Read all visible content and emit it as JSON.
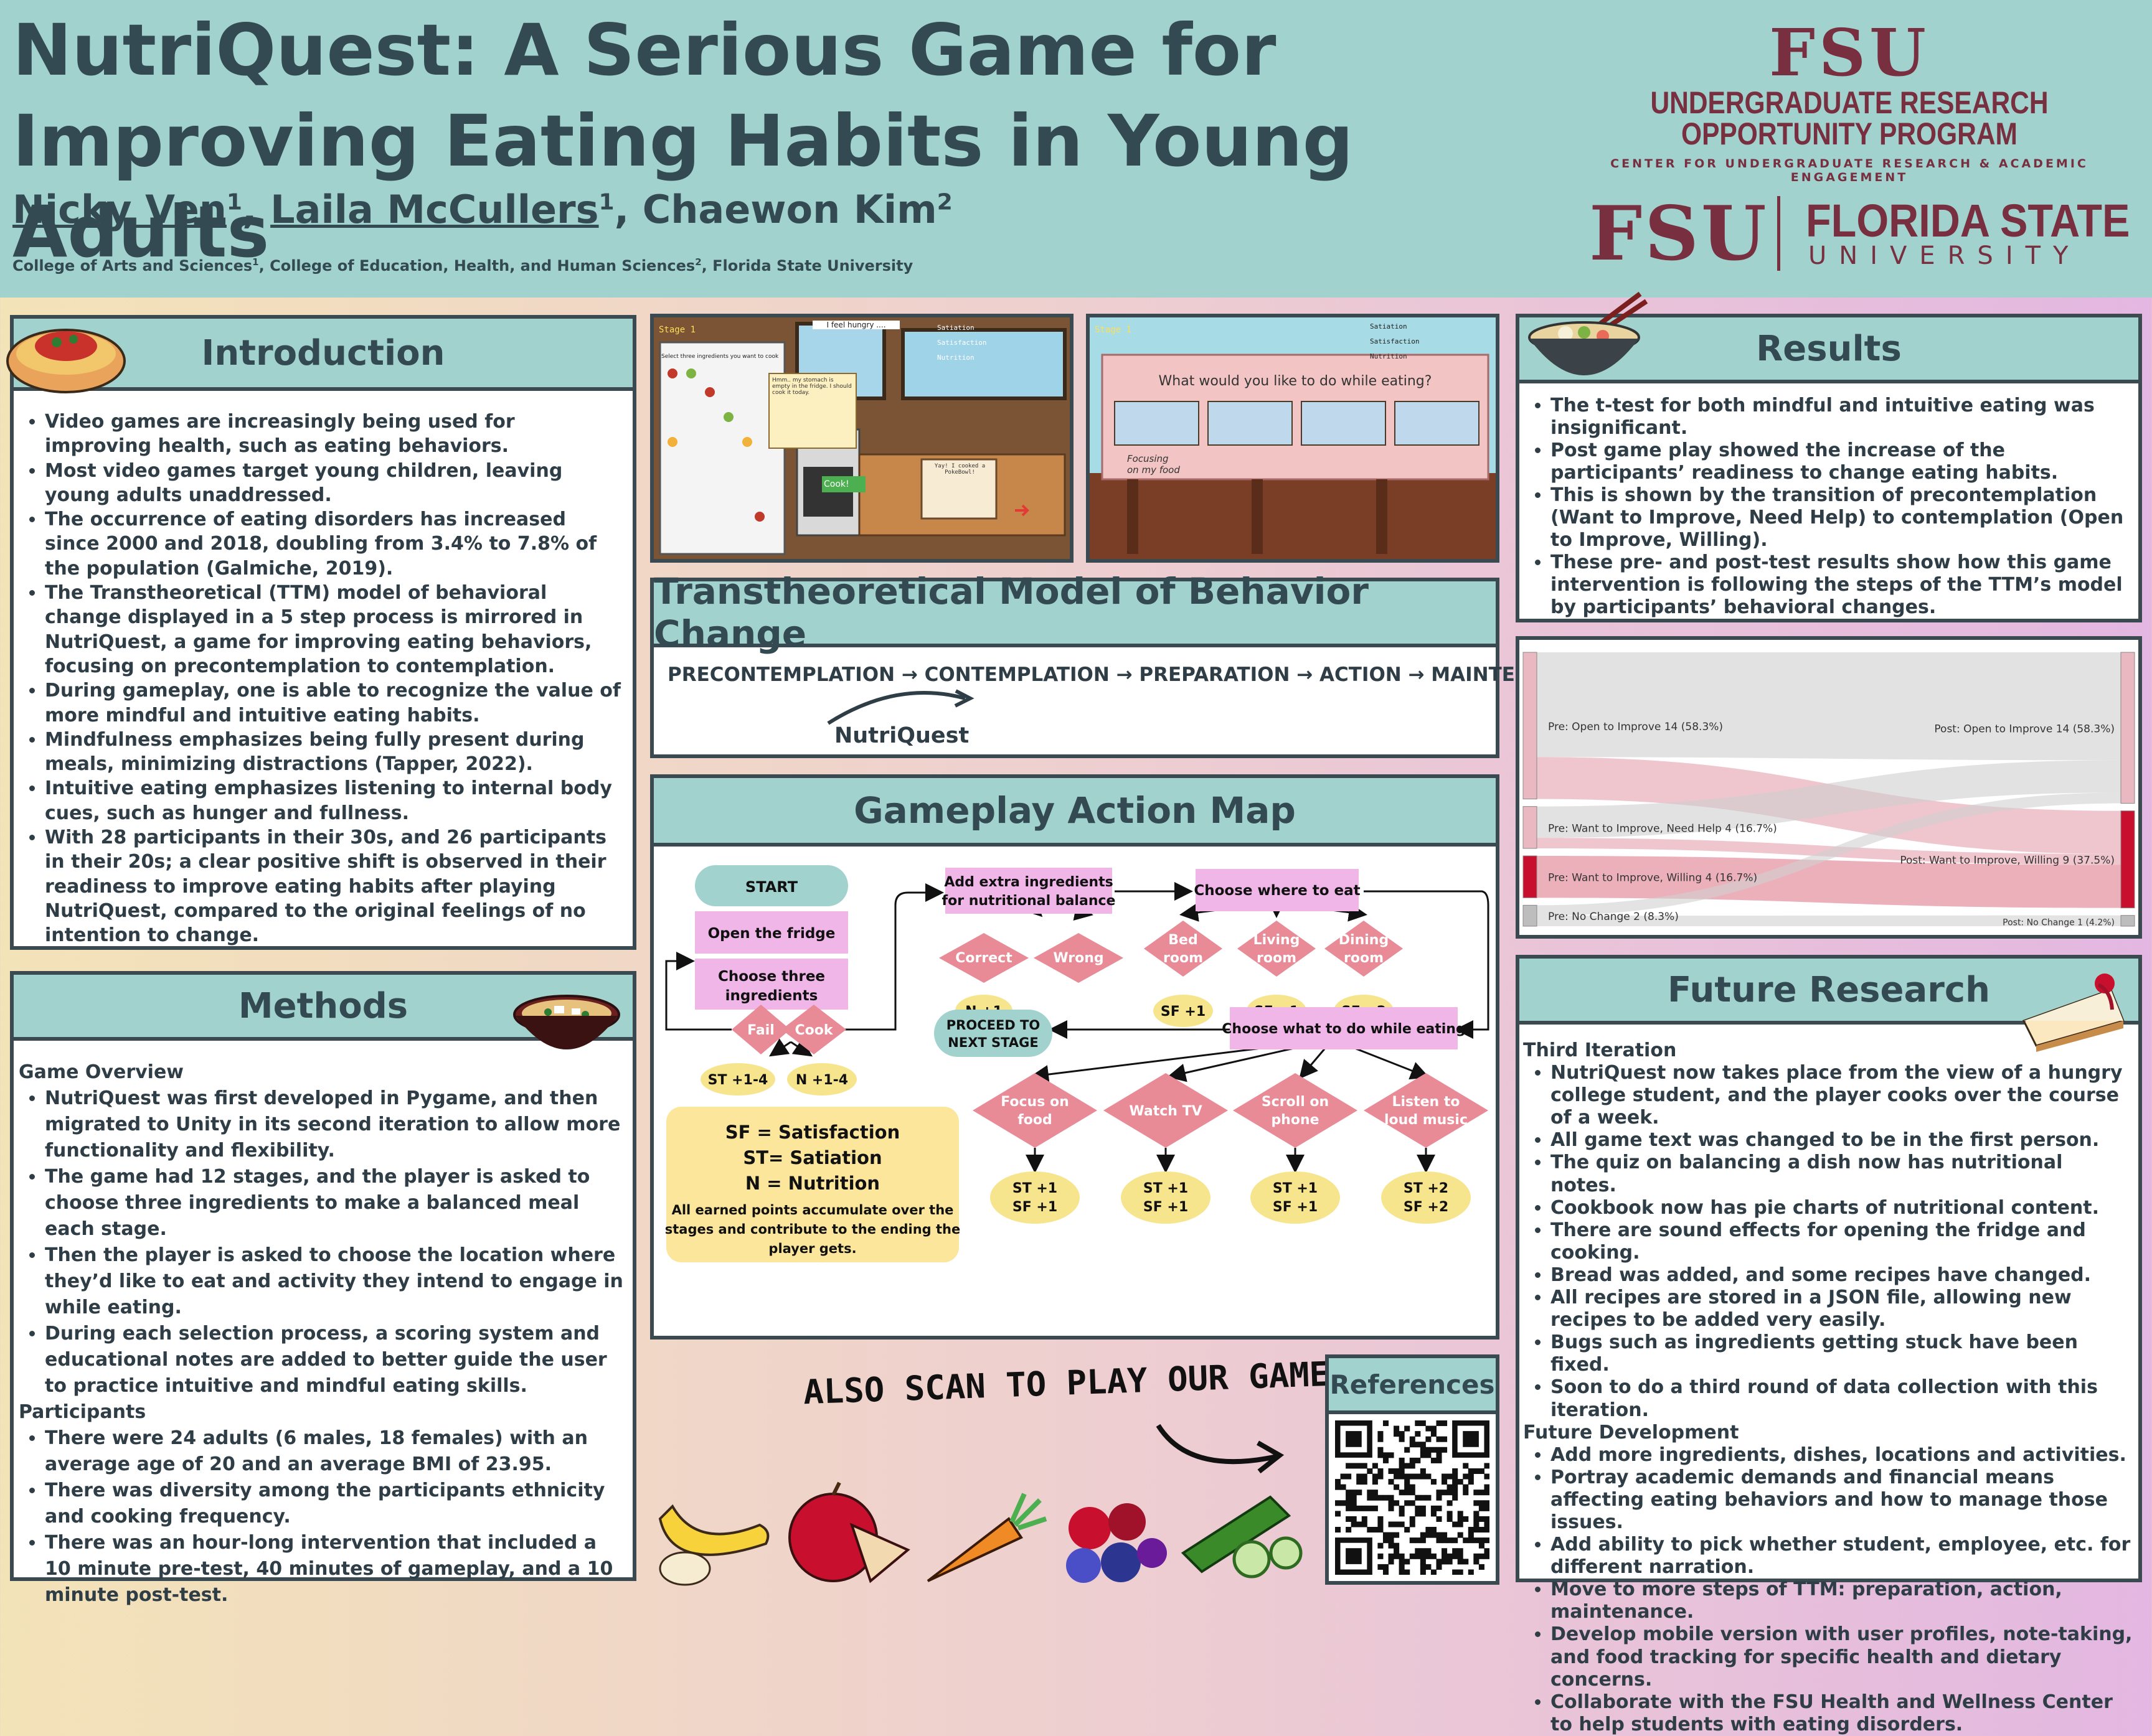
{
  "header": {
    "title": "NutriQuest: A Serious Game for Improving Eating Habits in Young Adults",
    "authors": [
      {
        "name": "Nicky Ven",
        "sup": "1",
        "underline": true
      },
      {
        "name": "Laila McCullers",
        "sup": "1",
        "underline": true
      },
      {
        "name": "Chaewon Kim",
        "sup": "2",
        "underline": false
      }
    ],
    "affiliation_1": "College of Arts and Sciences",
    "affiliation_2": "College of Education, Health, and Human Sciences",
    "affiliation_3": "Florida State University",
    "logo_fsu": "FSU",
    "logo_urop_line1": "UNDERGRADUATE RESEARCH",
    "logo_urop_line2": "OPPORTUNITY PROGRAM",
    "logo_urop_line3": "CENTER FOR UNDERGRADUATE RESEARCH & ACADEMIC ENGAGEMENT",
    "logo_fsu2": "FSU",
    "logo_florida_state": "FLORIDA STATE",
    "logo_university": "UNIVERSITY"
  },
  "introduction": {
    "heading": "Introduction",
    "bullets": [
      "Video games are increasingly being used for improving health, such as eating behaviors.",
      "Most video games target young children, leaving young adults unaddressed.",
      "The occurrence of eating disorders has increased since 2000 and 2018, doubling from 3.4% to 7.8% of the population (Galmiche, 2019).",
      "The Transtheoretical (TTM) model of behavioral change displayed in a 5 step process is mirrored in NutriQuest, a game for improving eating behaviors, focusing on precontemplation to contemplation.",
      "During gameplay, one is able to recognize the value of more mindful and intuitive eating habits.",
      "Mindfulness emphasizes being fully present during meals, minimizing distractions (Tapper, 2022).",
      "Intuitive eating emphasizes listening to internal body cues, such as hunger and fullness.",
      "With 28 participants in their 30s, and 26 participants in their 20s; a clear positive shift is observed in their readiness to improve eating habits after playing NutriQuest, compared to the original feelings of no intention to change."
    ]
  },
  "methods": {
    "heading": "Methods",
    "game_overview_title": "Game Overview",
    "game_overview": [
      "NutriQuest was first developed in Pygame, and then migrated to Unity in its second iteration to allow more functionality and flexibility.",
      "The game had 12 stages, and the player is asked to choose three ingredients to make a balanced meal each stage.",
      "Then the player is asked to choose the location where they’d like to eat and activity they intend to engage in while eating.",
      "During each selection process, a scoring system and educational notes are added to better guide the user to practice intuitive and mindful eating skills."
    ],
    "participants_title": "Participants",
    "participants": [
      "There were 24 adults (6 males, 18 females) with an average age of 20 and an average BMI of 23.95.",
      "There was diversity among the participants ethnicity and cooking frequency.",
      "There was an hour-long intervention that included a 10 minute pre-test, 40 minutes of gameplay, and a 10 minute post-test."
    ]
  },
  "screenshot1": {
    "stage": "Stage 1",
    "speech": "I feel hungry ....",
    "satiation": "Satiation",
    "satisfaction": "Satisfaction",
    "nutrition": "Nutrition",
    "prompt": "Select three ingredients you want to cook",
    "note": "Hmm.. my stomach is empty in the fridge. I should cook it today.",
    "cook_button": "Cook!",
    "result_text": "Yay! I cooked a PokeBowl!"
  },
  "screenshot2": {
    "stage": "Stage 1",
    "satiation": "Satiation",
    "satisfaction": "Satisfaction",
    "nutrition": "Nutrition",
    "question": "What would you like to do while eating?",
    "focus_label_1": "Focusing",
    "focus_label_2": "on my food"
  },
  "ttm": {
    "heading": "Transtheoretical Model of Behavior Change",
    "stages": "PRECONTEMPLATION → CONTEMPLATION → PREPARATION → ACTION → MAINTENANCE",
    "nutriquest_label": "NutriQuest"
  },
  "gameplay": {
    "heading": "Gameplay Action Map",
    "start": "START",
    "open_fridge": "Open the fridge",
    "choose_three_1": "Choose three",
    "choose_three_2": "ingredients",
    "fail": "Fail",
    "cook": "Cook",
    "st_minus": "ST +1-4",
    "n_minus": "N +1-4",
    "add_extra_1": "Add extra ingredients",
    "add_extra_2": "for nutritional balance",
    "correct": "Correct",
    "wrong": "Wrong",
    "n_plus1": "N +1",
    "choose_where": "Choose where to eat",
    "bed_1": "Bed",
    "bed_2": "room",
    "living_1": "Living",
    "living_2": "room",
    "dining_1": "Dining",
    "dining_2": "room",
    "sf1_a": "SF +1",
    "sf1_b": "SF +1",
    "sf2": "SF +2",
    "proceed_1": "PROCEED TO",
    "proceed_2": "NEXT STAGE",
    "choose_what": "Choose what to do while eating",
    "focus_1": "Focus on",
    "focus_2": "food",
    "watch": "Watch  TV",
    "scroll_1": "Scroll on",
    "scroll_2": "phone",
    "listen_1": "Listen to",
    "listen_2": "loud music",
    "out1_st": "ST +1",
    "out1_sf": "SF +1",
    "out2_st": "ST +1",
    "out2_sf": "SF +1",
    "out3_st": "ST +1",
    "out3_sf": "SF +1",
    "out4_st": "ST +2",
    "out4_sf": "SF +2",
    "legend_sf": "SF = Satisfaction",
    "legend_st": "ST= Satiation",
    "legend_n": "N = Nutrition",
    "legend_note_1": "All earned points accumulate over the",
    "legend_note_2": "stages and contribute to the ending the",
    "legend_note_3": "player gets."
  },
  "results": {
    "heading": "Results",
    "bullets": [
      "The t-test for both mindful and intuitive eating was insignificant.",
      "Post game play showed the increase of the participants’ readiness to change eating habits.",
      "This is shown by the transition of precontemplation (Want to Improve, Need Help) to contemplation (Open to Improve, Willing).",
      "These pre- and post-test results show how this game intervention is following the steps of the TTM’s model by participants’ behavioral changes."
    ]
  },
  "chart_data": {
    "type": "sankey",
    "nodes_pre": [
      {
        "label": "Pre: Open to Improve 14 (58.3%)",
        "value": 14,
        "color": "#e9b8c1"
      },
      {
        "label": "Pre: Want to Improve, Need Help 4 (16.7%)",
        "value": 4,
        "color": "#e9b8c1"
      },
      {
        "label": "Pre: Want to Improve, Willing 4 (16.7%)",
        "value": 4,
        "color": "#c8102e"
      },
      {
        "label": "Pre: No Change 2 (8.3%)",
        "value": 2,
        "color": "#bdbdbd"
      }
    ],
    "nodes_post": [
      {
        "label": "Post: Open to Improve 14 (58.3%)",
        "value": 14,
        "color": "#e9b8c1"
      },
      {
        "label": "Post: Want to Improve, Willing 9 (37.5%)",
        "value": 9,
        "color": "#c8102e"
      },
      {
        "label": "Post: No Change 1 (4.2%)",
        "value": 1,
        "color": "#bdbdbd"
      }
    ]
  },
  "future": {
    "heading": "Future Research",
    "third_title": "Third Iteration",
    "third": [
      "NutriQuest now takes place from the view of a hungry college student, and the player cooks over the course of a week.",
      "All game text was changed to be in the first person.",
      "The quiz on balancing a dish now has nutritional notes.",
      "Cookbook now has pie charts of nutritional content.",
      "There are sound effects for opening the fridge and cooking.",
      "Bread was added, and some recipes have changed.",
      "All recipes are stored in a JSON file, allowing new recipes to be added very easily.",
      "Bugs such as ingredients getting stuck have been fixed.",
      "Soon to do a third round of data collection with this iteration."
    ],
    "dev_title": "Future Development",
    "dev": [
      "Add more ingredients, dishes, locations and activities.",
      "Portray academic demands and financial means affecting eating behaviors and how to manage those issues.",
      "Add ability to pick whether student, employee, etc. for different narration.",
      "Move to more steps of TTM: preparation, action, maintenance.",
      "Develop mobile version with user profiles, note-taking, and food tracking for specific health and dietary concerns.",
      "Collaborate with the FSU Health and Wellness Center to help students with eating disorders."
    ]
  },
  "scan": {
    "text": "ALSO SCAN TO PLAY OUR GAME!"
  },
  "references": {
    "heading": "References"
  },
  "colors": {
    "teal": "#a1d2cd",
    "dark": "#3a4a50",
    "maroon": "#782f40",
    "pink_box": "#f0b6e8",
    "diamond": "#e98a97",
    "oval": "#f7e58d",
    "legend_bg": "#fbe69b"
  }
}
